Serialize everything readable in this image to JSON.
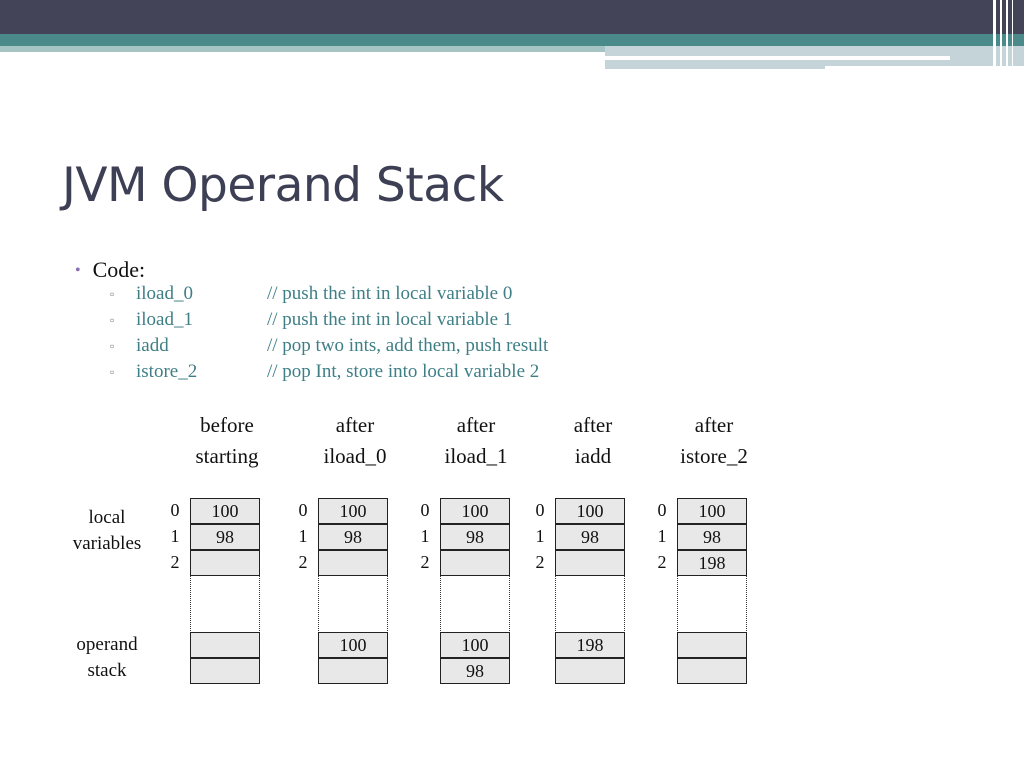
{
  "slide": {
    "title": "JVM Operand Stack",
    "bullet": "Code:",
    "code": [
      {
        "instr": "iload_0",
        "comment": "// push the int in local variable 0"
      },
      {
        "instr": "iload_1",
        "comment": "// push the int in local variable 1"
      },
      {
        "instr": "iadd",
        "comment": "// pop two ints, add them, push result"
      },
      {
        "instr": "istore_2",
        "comment": "// pop Int, store into local variable 2"
      }
    ]
  },
  "diagram": {
    "row_labels": {
      "locals": [
        "local",
        "variables"
      ],
      "stack": [
        "operand",
        "stack"
      ]
    },
    "indices": [
      "0",
      "1",
      "2"
    ],
    "columns": [
      {
        "head": [
          "before",
          "starting"
        ],
        "locals": [
          "100",
          "98",
          ""
        ],
        "stack": [
          "",
          ""
        ]
      },
      {
        "head": [
          "after",
          "iload_0"
        ],
        "locals": [
          "100",
          "98",
          ""
        ],
        "stack": [
          "100",
          ""
        ]
      },
      {
        "head": [
          "after",
          "iload_1"
        ],
        "locals": [
          "100",
          "98",
          ""
        ],
        "stack": [
          "100",
          "98"
        ]
      },
      {
        "head": [
          "after",
          "iadd"
        ],
        "locals": [
          "100",
          "98",
          ""
        ],
        "stack": [
          "198",
          ""
        ]
      },
      {
        "head": [
          "after",
          "istore_2"
        ],
        "locals": [
          "100",
          "98",
          "198"
        ],
        "stack": [
          "",
          ""
        ]
      }
    ]
  },
  "colors": {
    "title": "#3d3f55",
    "code_text": "#3e7f86",
    "bullet_dot": "#8a6fb0",
    "header_dark": "#444458",
    "header_teal": "#4b8a8a",
    "cell_fill": "#e8e8e8"
  }
}
